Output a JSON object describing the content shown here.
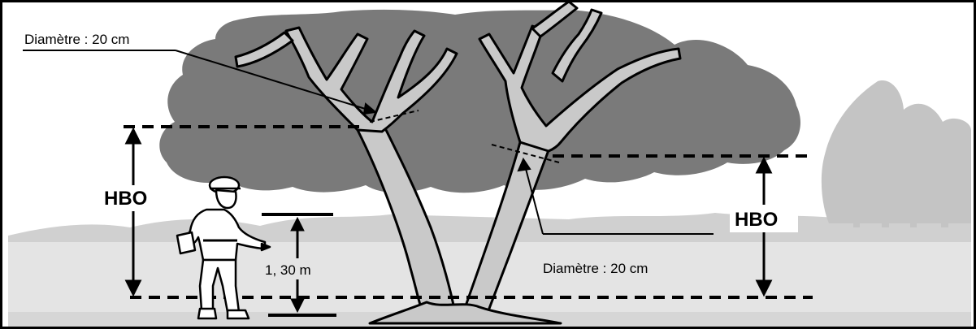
{
  "labels": {
    "diameter_top_left": "Diamètre : 20 cm",
    "diameter_right": "Diamètre : 20 cm",
    "hbo_left": "HBO",
    "hbo_right": "HBO",
    "breast_height": "1, 30 m"
  },
  "colors": {
    "sky": "#ffffff",
    "crown": "#7a7a7a",
    "distant_trees": "#c4c4c4",
    "ground": "#d6d6d6",
    "trunk": "#c9c9c9",
    "outline": "#000000"
  },
  "icons": {
    "person": "forester-with-hard-hat",
    "tree": "forked-tree"
  }
}
